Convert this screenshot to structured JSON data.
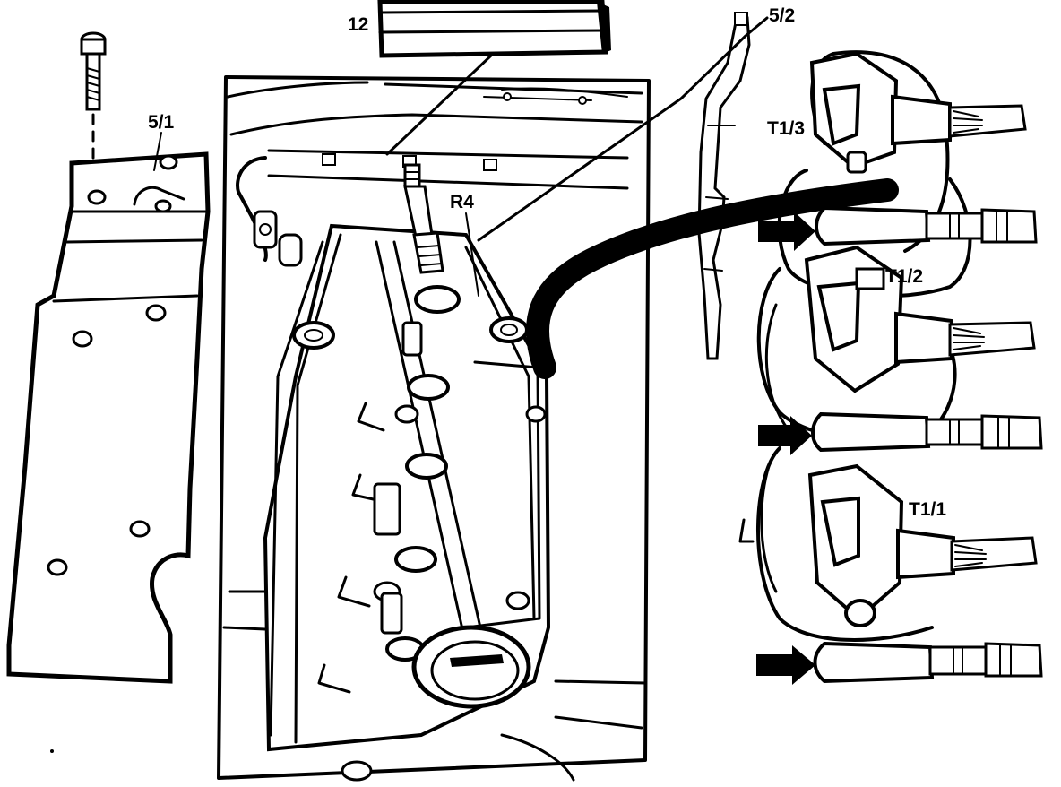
{
  "labels": {
    "tool_12": "12",
    "screw_cover_5_1": "5/1",
    "plug_connector_5_2": "5/2",
    "spark_plug_R4": "R4",
    "ignition_coil_T1_3": "T1/3",
    "ignition_coil_T1_2": "T1/2",
    "ignition_coil_T1_1": "T1/1"
  },
  "colors": {
    "ink": "#000000",
    "paper": "#ffffff"
  },
  "icons": {
    "arrow": "solid-arrow-right-icon"
  }
}
